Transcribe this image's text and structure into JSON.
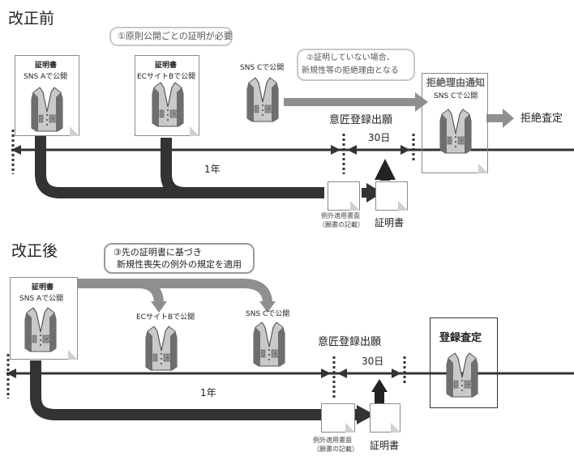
{
  "before": {
    "heading": "改正前",
    "note1": "①原則公開ごとの証明が必要",
    "note2_line1": "②証明していない場合、",
    "note2_line2": "新規性等の拒絶理由となる",
    "doc_a_title": "証明書",
    "doc_a_sub": "SNS Aで公開",
    "doc_b_title": "証明書",
    "doc_b_sub": "ECサイトBで公開",
    "sns_c": "SNS Cで公開",
    "notice_title": "拒絶理由通知",
    "notice_sub": "SNS Cで公開",
    "rejection": "拒絶査定",
    "filing": "意匠登録出願",
    "days": "30日",
    "year": "1年",
    "exception_doc_line1": "例外適用書面",
    "exception_doc_line2": "（願書の記載）",
    "certificate": "証明書"
  },
  "after": {
    "heading": "改正後",
    "note3_line1": "③先の証明書に基づき",
    "note3_line2": "新規性喪失の例外の規定を適用",
    "doc_a_title": "証明書",
    "doc_a_sub": "SNS Aで公開",
    "ec_b": "ECサイトBで公開",
    "sns_c": "SNS Cで公開",
    "filing": "意匠登録出願",
    "days": "30日",
    "year": "1年",
    "registration": "登録査定",
    "exception_doc_line1": "例外適用書面",
    "exception_doc_line2": "（願書の記載）",
    "certificate": "証明書"
  },
  "colors": {
    "dark_arrow": "#333333",
    "grey_arrow": "#8f8f8f",
    "timeline": "#333333",
    "vest_body": "#c9c9c9",
    "vest_dark": "#6e6e6e"
  }
}
